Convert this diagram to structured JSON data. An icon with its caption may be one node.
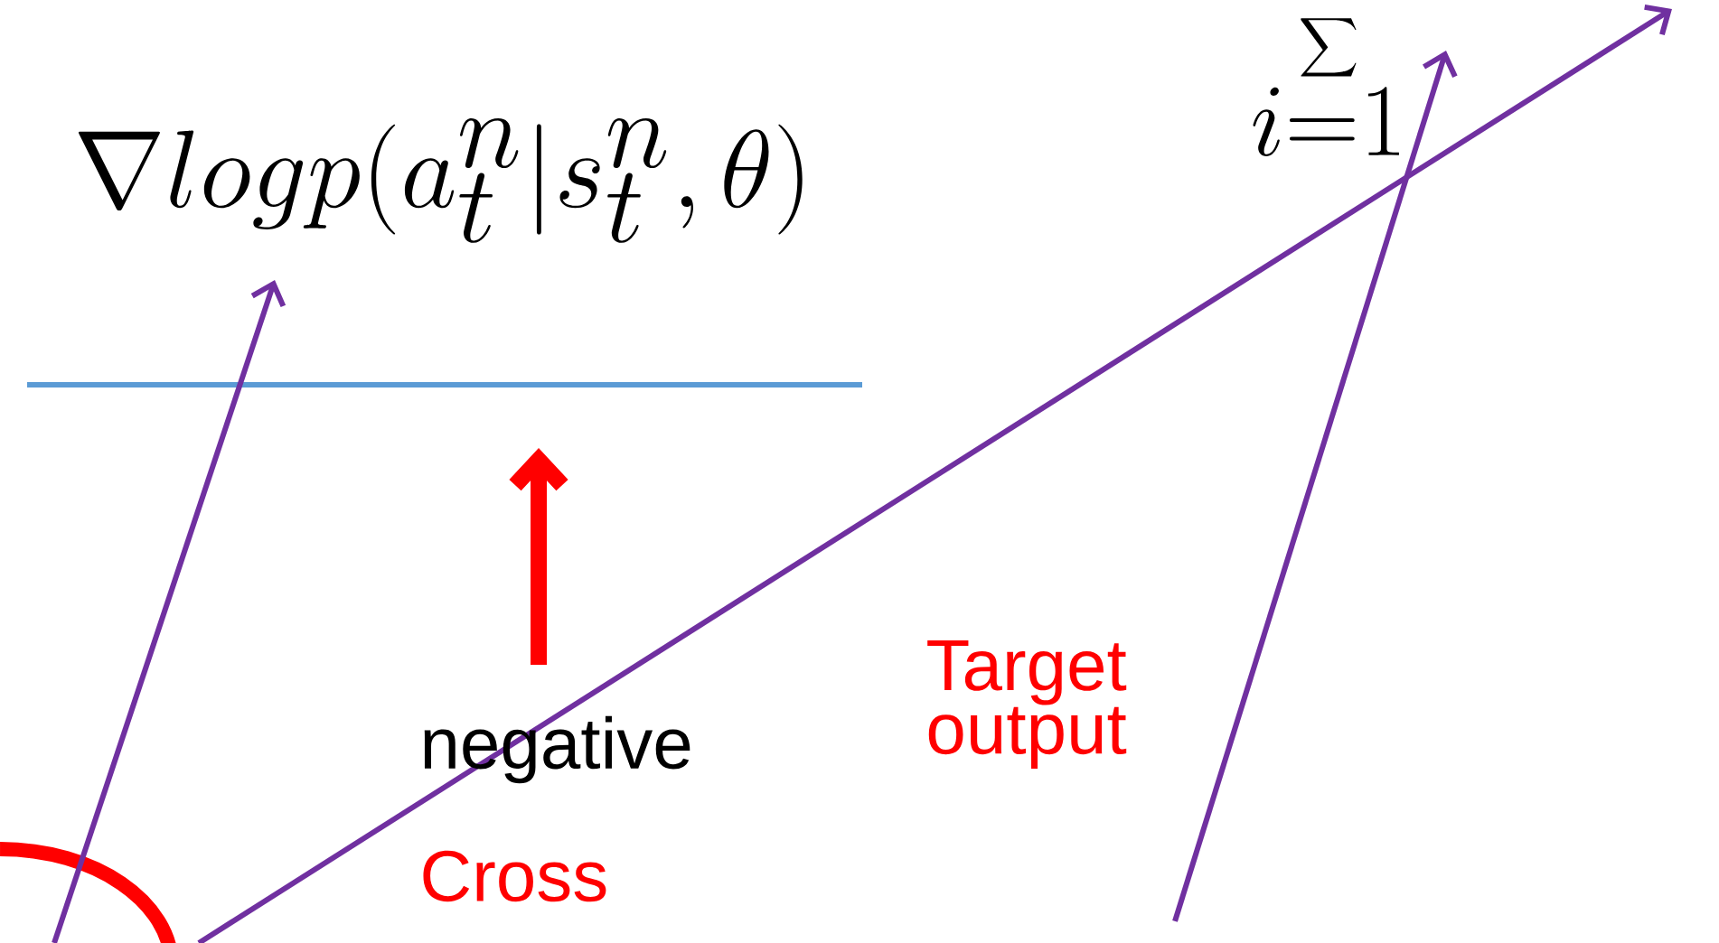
{
  "diagram": {
    "nodes": [
      {
        "text": [
          "\\nabla logp(a_t^n|s_t^n,\\theta)"
        ]
      },
      {
        "text": [
          "\\sum_{i=1}"
        ]
      },
      {
        "text": [],
        "shape": "circle"
      }
    ],
    "edges": [
      {
        "from": 2,
        "to": 0,
        "arrow": "to"
      },
      {
        "from": null,
        "to": 1,
        "arrow": "to"
      },
      {
        "from": 2,
        "to": null,
        "arrow": "to"
      }
    ],
    "labels": [
      "negative",
      "Cross",
      "Target output"
    ]
  }
}
